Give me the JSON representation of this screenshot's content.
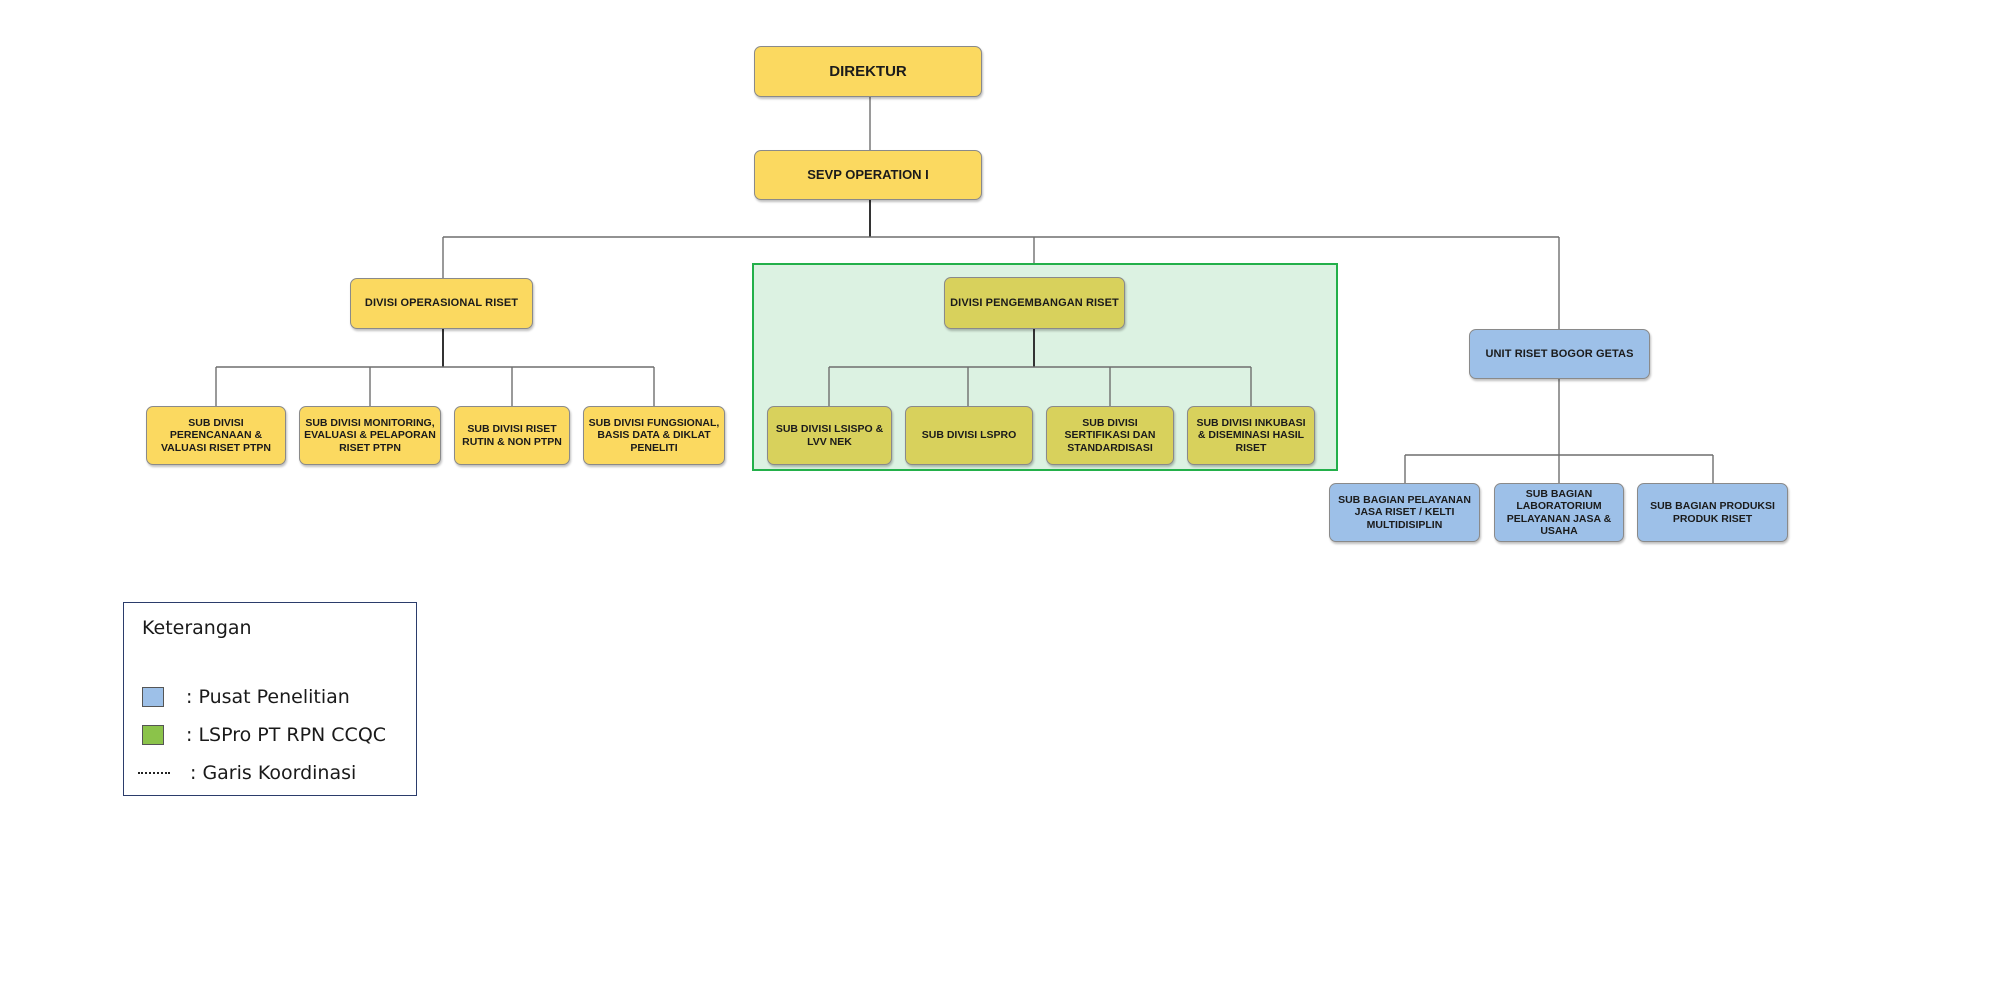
{
  "nodes": {
    "direktur": "DIREKTUR",
    "sevp": "SEVP OPERATION I",
    "div_operasional": "DIVISI OPERASIONAL RISET",
    "div_pengembangan": "DIVISI PENGEMBANGAN RISET",
    "unit_bogor": "UNIT RISET BOGOR GETAS",
    "op_sub": [
      "SUB DIVISI PERENCANAAN & VALUASI RISET PTPN",
      "SUB DIVISI MONITORING, EVALUASI & PELAPORAN RISET PTPN",
      "SUB DIVISI RISET RUTIN & NON PTPN",
      "SUB DIVISI FUNGSIONAL, BASIS DATA & DIKLAT PENELITI"
    ],
    "peng_sub": [
      "SUB DIVISI LSISPO & LVV NEK",
      "SUB DIVISI LSPRO",
      "SUB DIVISI SERTIFIKASI DAN STANDARDISASI",
      "SUB DIVISI INKUBASI & DISEMINASI HASIL RISET"
    ],
    "bogor_sub": [
      "SUB BAGIAN PELAYANAN JASA RISET / KELTI MULTIDISIPLIN",
      "SUB BAGIAN LABORATORIUM PELAYANAN JASA & USAHA",
      "SUB BAGIAN PRODUKSI PRODUK RISET"
    ]
  },
  "legend": {
    "title": "Keterangan",
    "items": [
      {
        "label": ": Pusat Penelitian",
        "color": "#9dc0e8"
      },
      {
        "label": ": LSPro PT RPN CCQC",
        "color": "#8bc34a"
      },
      {
        "label": ": Garis Koordinasi"
      }
    ]
  },
  "colors": {
    "yellow": "#fbd960",
    "olive": "#d8d15c",
    "blue": "#9dc0e8",
    "green_border": "#23b04a"
  }
}
